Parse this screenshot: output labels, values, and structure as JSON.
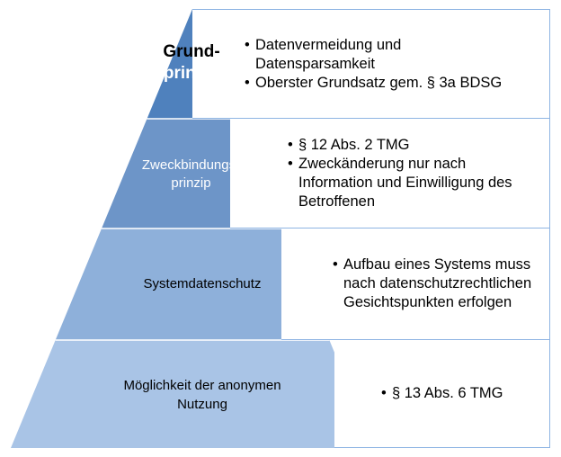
{
  "levels": [
    {
      "label_line1": "Grund-",
      "label_line2": "prinzip",
      "bullets": [
        "Datenvermeidung und Datensparsamkeit",
        "Oberster Grundsatz gem.  § 3a BDSG"
      ],
      "color": "#4f81bd"
    },
    {
      "label_line1": "Zweckbindungs-",
      "label_line2": "prinzip",
      "bullets": [
        " § 12 Abs. 2 TMG",
        "Zweckänderung nur nach Information und Einwilligung des Betroffenen"
      ],
      "color": "#6d95c8"
    },
    {
      "label_line1": "Systemdatenschutz",
      "label_line2": "",
      "bullets": [
        "Aufbau eines Systems muss nach datenschutzrechtlichen Gesichtspunkten erfolgen"
      ],
      "color": "#8eb0da"
    },
    {
      "label_line1": "Möglichkeit der anonymen",
      "label_line2": "Nutzung",
      "bullets": [
        "§ 13 Abs. 6 TMG"
      ],
      "color": "#a9c4e6"
    }
  ],
  "colors": {
    "border": "#8eb4e3",
    "stroke": "#ffffff"
  }
}
